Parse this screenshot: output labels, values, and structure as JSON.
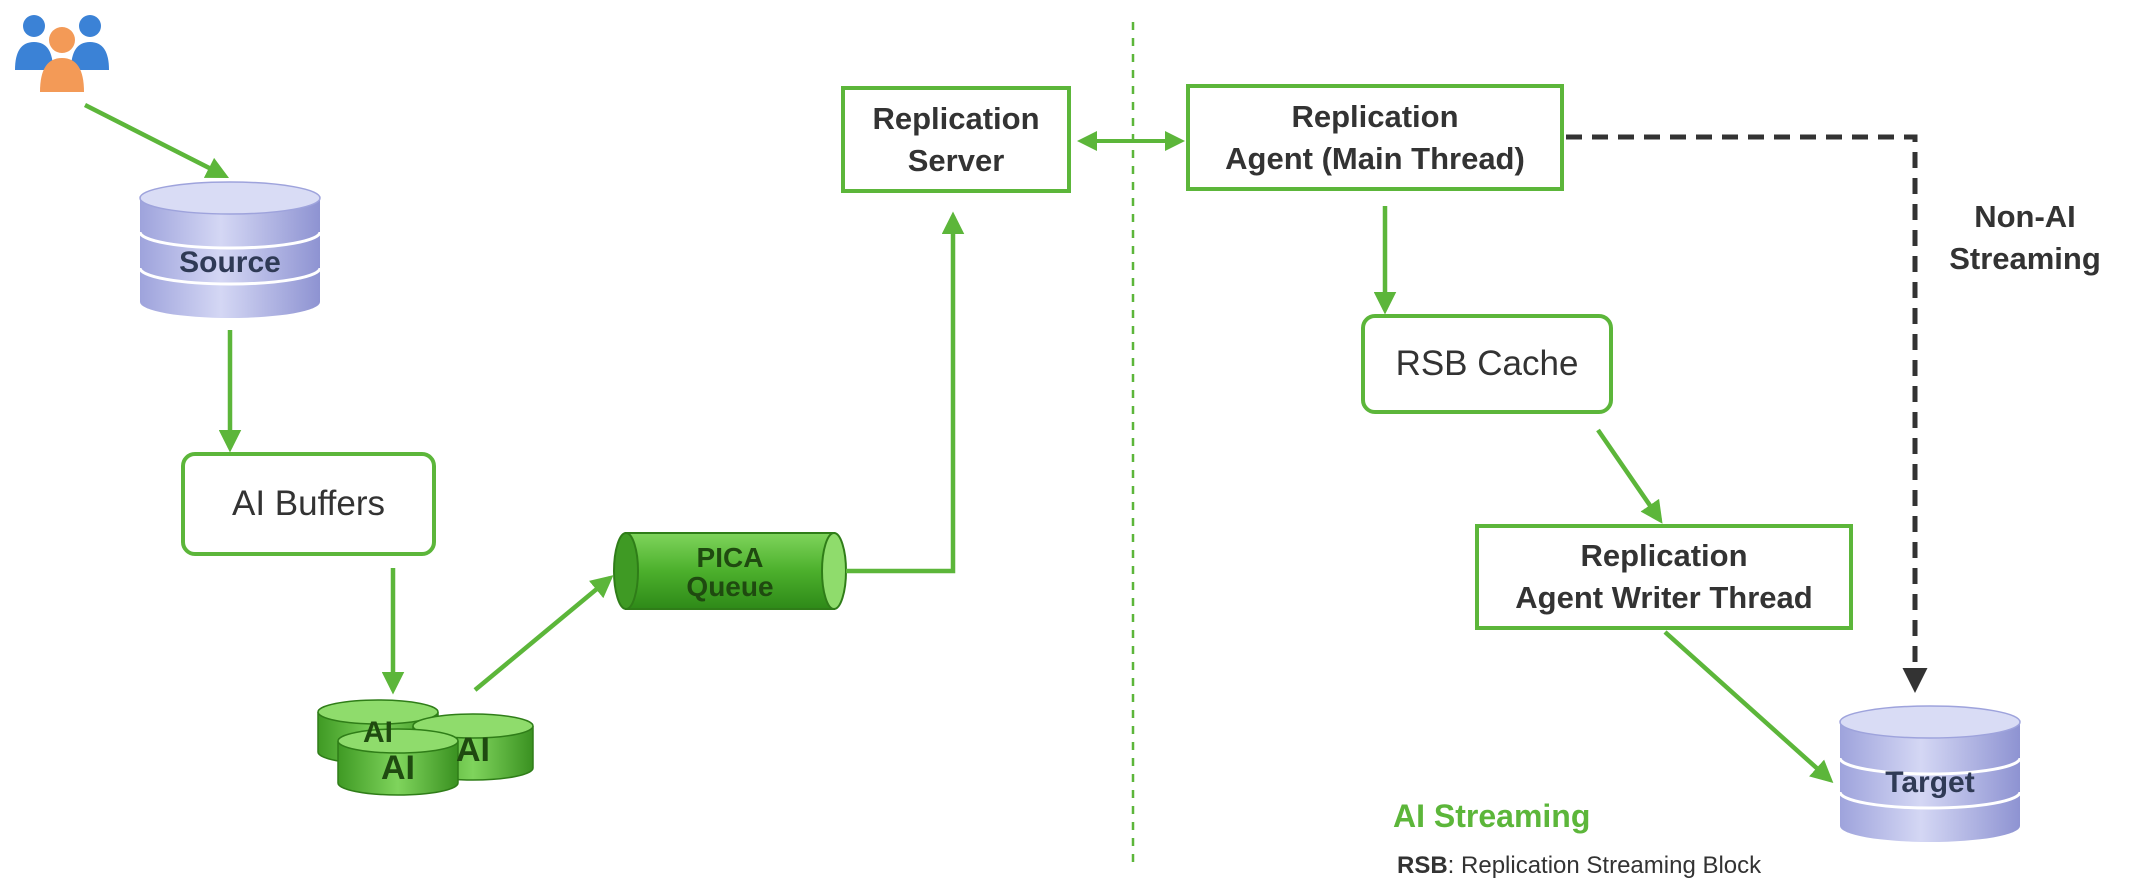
{
  "colors": {
    "accent": "#5cb63a",
    "database": "#b9bde8",
    "text": "#333333",
    "dashed_link": "#333333"
  },
  "icons": {
    "users": "users-icon"
  },
  "nodes": {
    "source": "Source",
    "ai_buffers": "AI Buffers",
    "ai_small": [
      "AI",
      "AI",
      "AI"
    ],
    "pica_queue": "PICA\nQueue",
    "replication_server": "Replication\nServer",
    "replication_agent_main": "Replication\nAgent (Main Thread)",
    "rsb_cache": "RSB Cache",
    "replication_agent_writer": "Replication\nAgent Writer Thread",
    "target": "Target"
  },
  "labels": {
    "non_ai_streaming": "Non-AI\nStreaming",
    "ai_streaming": "AI Streaming",
    "legend_abbr": "RSB",
    "legend_text": ": Replication Streaming Block"
  }
}
